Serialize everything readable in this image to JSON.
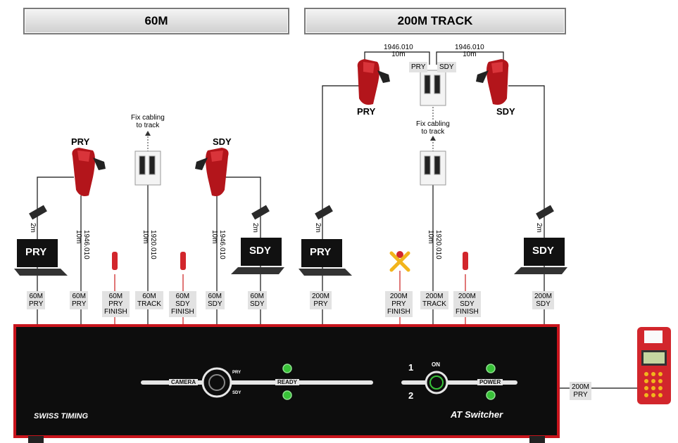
{
  "headers": {
    "left": "60M",
    "right": "200M TRACK"
  },
  "cameras": {
    "pry": "PRY",
    "sdy": "SDY"
  },
  "laptops": {
    "pry": "PRY",
    "sdy": "SDY"
  },
  "fix_cabling": {
    "line1": "Fix cabling",
    "line2": "to track"
  },
  "cable_labels": {
    "two_m": "2m",
    "ten_m": "10m",
    "len_1946": "1946.010",
    "len_1920": "1920.010"
  },
  "top_distances": {
    "left": {
      "code": "1946.010",
      "len": "10m"
    },
    "right": {
      "code": "1946.010",
      "len": "10m"
    },
    "pry": "PRY",
    "sdy": "SDY"
  },
  "ports": [
    {
      "l1": "60M",
      "l2": "PRY",
      "l3": ""
    },
    {
      "l1": "60M",
      "l2": "PRY",
      "l3": ""
    },
    {
      "l1": "60M",
      "l2": "PRY",
      "l3": "FINISH"
    },
    {
      "l1": "60M",
      "l2": "TRACK",
      "l3": ""
    },
    {
      "l1": "60M",
      "l2": "SDY",
      "l3": "FINISH"
    },
    {
      "l1": "60M",
      "l2": "SDY",
      "l3": ""
    },
    {
      "l1": "60M",
      "l2": "SDY",
      "l3": ""
    },
    {
      "l1": "200M",
      "l2": "PRY",
      "l3": ""
    },
    {
      "l1": "200M",
      "l2": "PRY",
      "l3": "FINISH"
    },
    {
      "l1": "200M",
      "l2": "TRACK",
      "l3": ""
    },
    {
      "l1": "200M",
      "l2": "SDY",
      "l3": "FINISH"
    },
    {
      "l1": "200M",
      "l2": "SDY",
      "l3": ""
    }
  ],
  "switcher": {
    "camera": "CAMERA",
    "pry": "PRY",
    "sdy": "SDY",
    "ready": "READY",
    "on": "ON",
    "power": "POWER",
    "one": "1",
    "two": "2",
    "brand": "SWISS TIMING",
    "model": "AT Switcher"
  },
  "printer_label": {
    "l1": "200M",
    "l2": "PRY"
  },
  "colors": {
    "frame_red": "#c8141c",
    "led_green": "#38c238",
    "camera_red": "#b3151b",
    "label_gray": "#e2e2e2"
  }
}
